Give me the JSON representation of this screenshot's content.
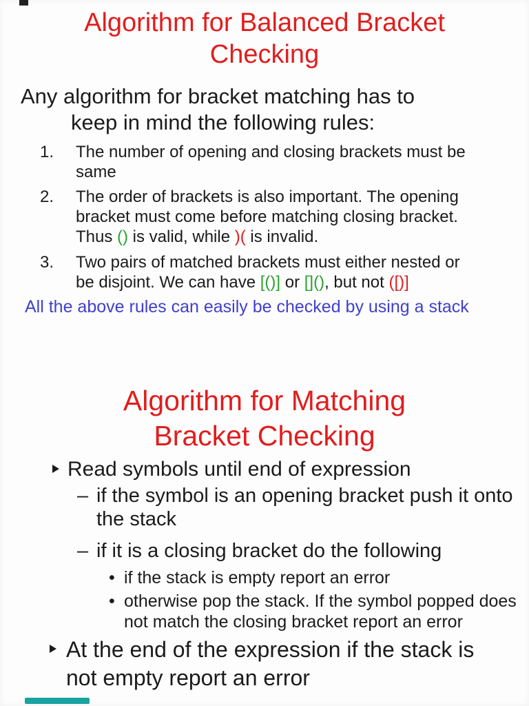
{
  "colors": {
    "red": "#e11d1d",
    "green": "#28a32e",
    "blue": "#4040cc",
    "text": "#1b1b1b",
    "teal": "#19a3a0",
    "dark": "#222222"
  },
  "slide1": {
    "title_line1": "Algorithm for Balanced Bracket",
    "title_line2": "Checking",
    "heading_line1": "Any algorithm for bracket matching has to",
    "heading_line2": "keep in mind the following rules:",
    "items": [
      {
        "number": "1.",
        "line1": "The number of opening and closing brackets must be",
        "line2": "same"
      },
      {
        "number": "2.",
        "line1": "The order of brackets is also important. The opening",
        "line2": "bracket must come before matching closing bracket.",
        "line3_parts": {
          "p0": "Thus ",
          "p1": "()",
          "p2": " is valid, while ",
          "p3": ")(",
          "p4": " is invalid."
        }
      },
      {
        "number": "3.",
        "line1": "Two pairs of matched brackets must either nested or",
        "line2_parts": {
          "p0": "be disjoint. We can have ",
          "p1": "[()]",
          "p2": " or ",
          "p3": "[]()",
          "p4": ", but not ",
          "p5": "([)]"
        }
      }
    ],
    "note": "All the above rules can easily be checked by using a stack"
  },
  "slide2": {
    "title_line1": "Algorithm for Matching",
    "title_line2": "Bracket Checking",
    "dash_marker": "–",
    "dot_marker": "•",
    "bullet1": "Read symbols until end of expression",
    "sub1_line1": "if the symbol is an opening bracket push it onto",
    "sub1_line2": "the stack",
    "sub2": "if it is a closing bracket do the following",
    "dot1": "if the stack is empty report an error",
    "dot2_line1": "otherwise pop the stack. If the symbol popped does",
    "dot2_line2": "not match the closing bracket report an error",
    "bullet2_line1": "At the end of the expression if the stack is",
    "bullet2_line2": "not empty report an error"
  }
}
